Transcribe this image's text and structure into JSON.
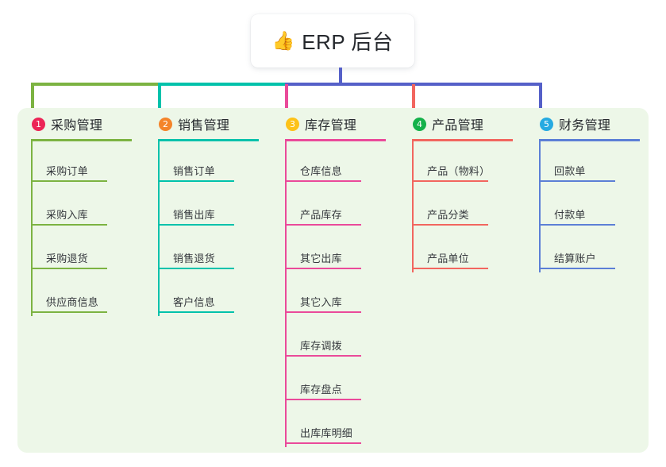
{
  "diagram": {
    "type": "mindmap",
    "root": {
      "emoji": "👍",
      "icon_name": "thumbs-up-icon",
      "label": "ERP 后台"
    },
    "panel_background": "#edf7e8",
    "branches": [
      {
        "number": "1",
        "label": "采购管理",
        "color": "#7cb342",
        "badge_color": "#ec2556",
        "connector_color": "#7cb342",
        "items": [
          "采购订单",
          "采购入库",
          "采购退货",
          "供应商信息"
        ]
      },
      {
        "number": "2",
        "label": "销售管理",
        "color": "#00c2ab",
        "badge_color": "#f4842a",
        "connector_color": "#00c2ab",
        "items": [
          "销售订单",
          "销售出库",
          "销售退货",
          "客户信息"
        ]
      },
      {
        "number": "3",
        "label": "库存管理",
        "color": "#ea4a9a",
        "badge_color": "#fdc218",
        "connector_color": "#ea4a9a",
        "items": [
          "仓库信息",
          "产品库存",
          "其它出库",
          "其它入库",
          "库存调拨",
          "库存盘点",
          "出库库明细"
        ]
      },
      {
        "number": "4",
        "label": "产品管理",
        "color": "#f2665f",
        "badge_color": "#14b14a",
        "connector_color": "#f2665f",
        "items": [
          "产品（物料）",
          "产品分类",
          "产品单位"
        ]
      },
      {
        "number": "5",
        "label": "财务管理",
        "color": "#5c7fd6",
        "badge_color": "#26aae1",
        "connector_color": "#5560c8",
        "items": [
          "回款单",
          "付款单",
          "结算账户"
        ]
      }
    ]
  }
}
